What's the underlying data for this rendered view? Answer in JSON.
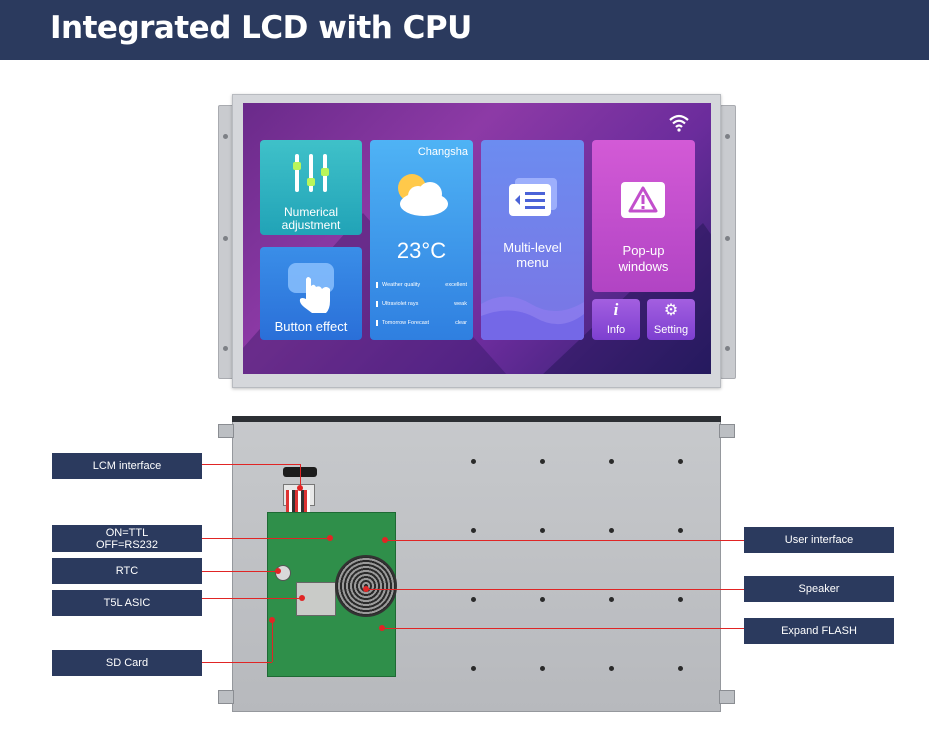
{
  "header": {
    "title": "Integrated LCD with CPU"
  },
  "screen_ui": {
    "numerical": {
      "label_line1": "Numerical",
      "label_line2": "adjustment"
    },
    "button_effect": {
      "label": "Button effect"
    },
    "weather": {
      "city": "Changsha",
      "temperature": "23°C",
      "rows": [
        {
          "name": "Weather quality",
          "value": "excellent"
        },
        {
          "name": "Ultraviolet rays",
          "value": "weak"
        },
        {
          "name": "Tomorrow Forecast",
          "value": "clear"
        }
      ]
    },
    "menu": {
      "label_line1": "Multi-level",
      "label_line2": "menu"
    },
    "popup": {
      "label_line1": "Pop-up",
      "label_line2": "windows"
    },
    "info": {
      "glyph": "i",
      "label": "Info"
    },
    "setting": {
      "glyph": "⚙",
      "label": "Setting"
    }
  },
  "callouts": {
    "lcm": "LCM interface",
    "ttl_line1": "ON=TTL",
    "ttl_line2": "OFF=RS232",
    "rtc": "RTC",
    "asic": "T5L ASIC",
    "sd": "SD Card",
    "user_interface": "User interface",
    "speaker": "Speaker",
    "flash": "Expand FLASH"
  },
  "colors": {
    "header_bg": "#2b3a5e",
    "callout_line": "#e02525"
  }
}
